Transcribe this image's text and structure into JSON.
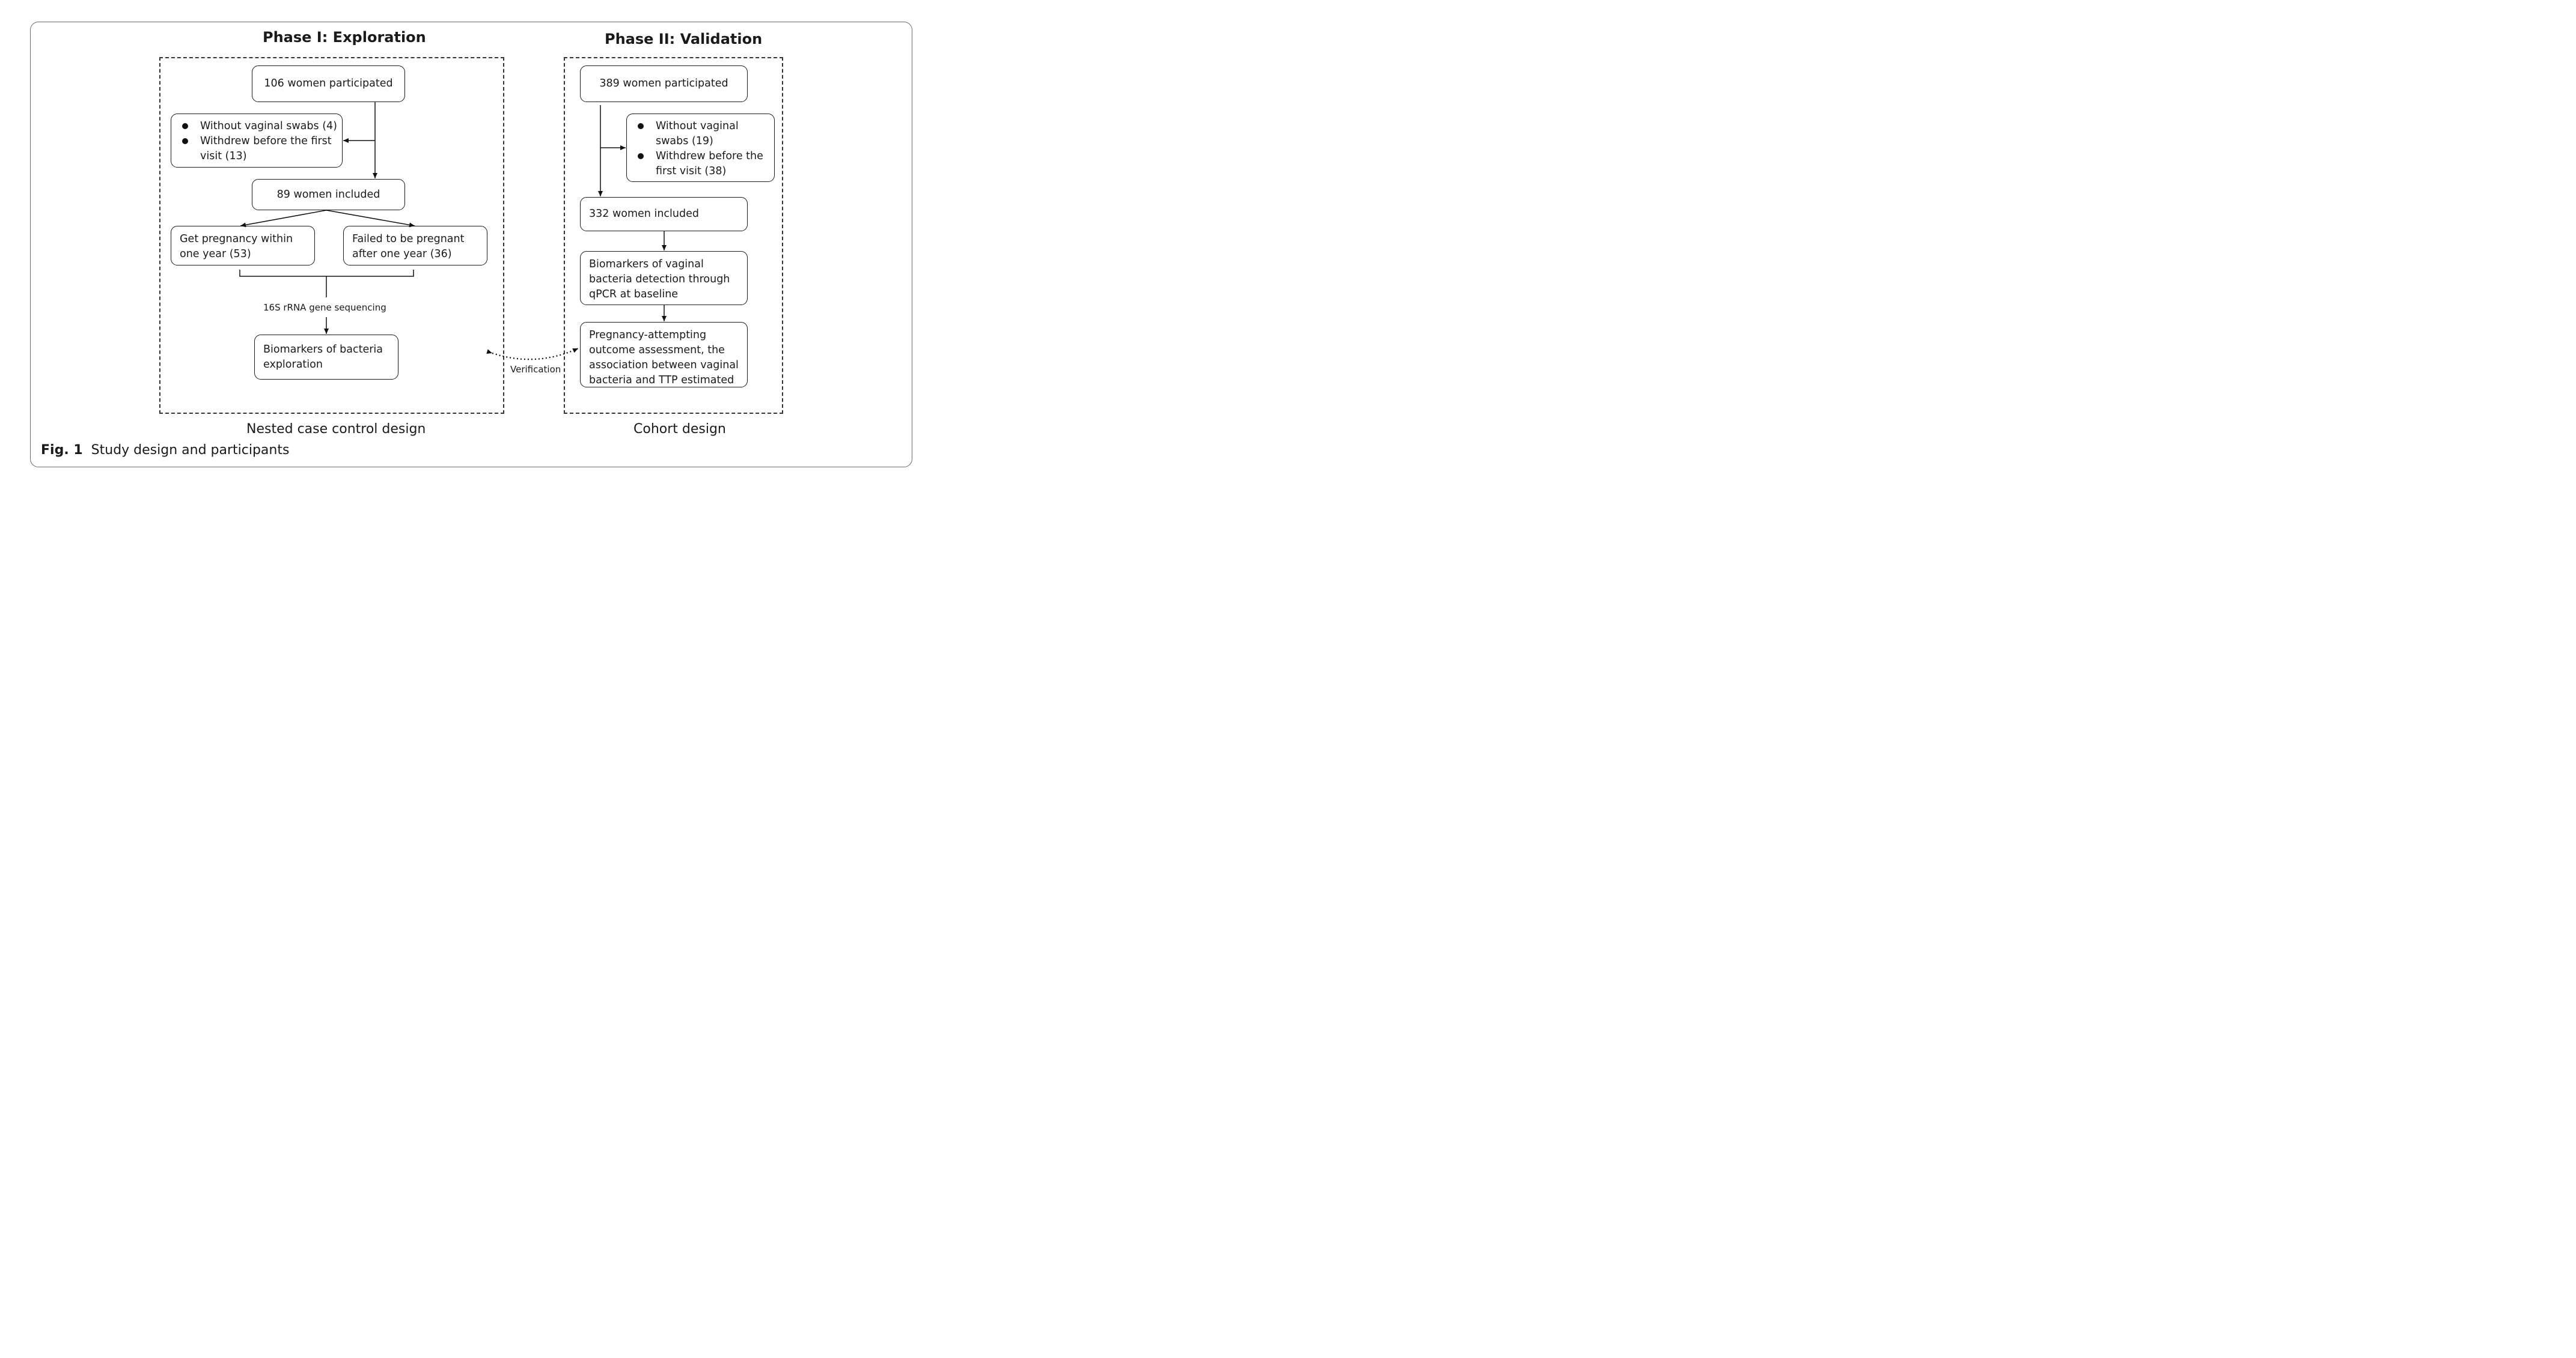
{
  "phase1": {
    "title": "Phase I: Exploration",
    "design": "Nested case control design",
    "participated": "106 women participated",
    "excluded": [
      "Without vaginal swabs (4)",
      "Withdrew before the first",
      "visit (13)"
    ],
    "included": "89 women included",
    "pregnant": [
      "Get pregnancy within",
      "one year (53)"
    ],
    "not_pregnant": [
      "Failed to be pregnant",
      "after one year (36)"
    ],
    "sequencing": "16S rRNA gene sequencing",
    "biomarkers": [
      "Biomarkers of bacteria",
      "exploration"
    ]
  },
  "phase2": {
    "title": "Phase II: Validation",
    "design": "Cohort design",
    "participated": "389 women participated",
    "excluded": [
      "Without vaginal",
      "swabs (19)",
      "Withdrew before the",
      "first visit (38)"
    ],
    "included": "332 women included",
    "biomarkers": [
      "Biomarkers of vaginal",
      "bacteria detection through",
      "qPCR at baseline"
    ],
    "outcome": [
      "Pregnancy-attempting",
      "outcome assessment, the",
      "association between vaginal",
      "bacteria and TTP estimated"
    ]
  },
  "verification": "Verification",
  "caption": {
    "label": "Fig. 1",
    "text": "Study design and participants"
  }
}
